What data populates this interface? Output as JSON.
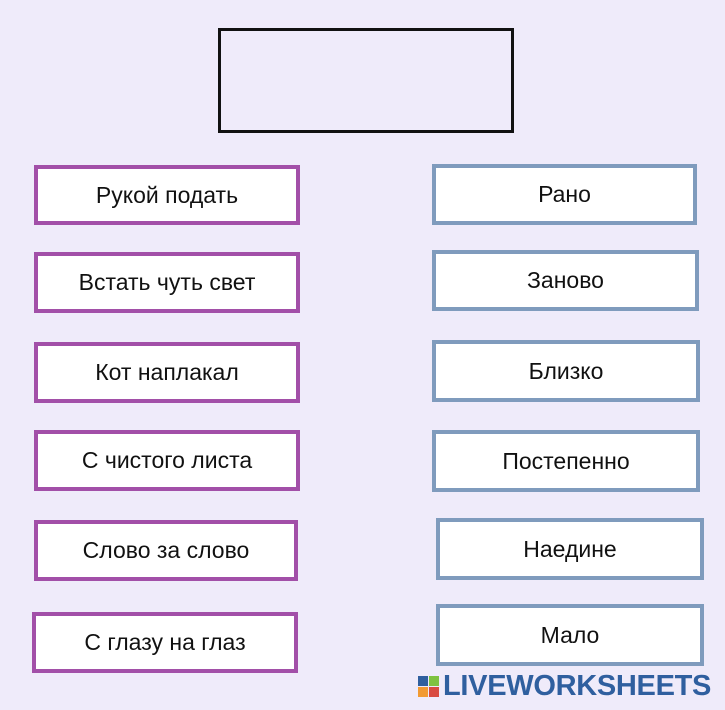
{
  "target_box": {
    "label": ""
  },
  "left_cards": [
    {
      "text": "Рукой подать"
    },
    {
      "text": "Встать чуть свет"
    },
    {
      "text": "Кот наплакал"
    },
    {
      "text": "С чистого листа"
    },
    {
      "text": "Слово за слово"
    },
    {
      "text": "С глазу на глаз"
    }
  ],
  "right_cards": [
    {
      "text": "Рано"
    },
    {
      "text": "Заново"
    },
    {
      "text": "Близко"
    },
    {
      "text": "Постепенно"
    },
    {
      "text": "Наедине"
    },
    {
      "text": "Мало"
    }
  ],
  "brand": {
    "name": "LIVEWORKSHEETS",
    "logo_icon": "liveworksheets-logo-icon",
    "colors": {
      "text": "#2f5f9f",
      "logo_blue": "#2f5f9f",
      "logo_green": "#7fc241",
      "logo_orange": "#f29a32",
      "logo_red": "#d94b42"
    }
  },
  "colors": {
    "background": "#efebfa",
    "left_border": "#a24fa8",
    "right_border": "#7f9bbd",
    "target_border": "#111111"
  }
}
